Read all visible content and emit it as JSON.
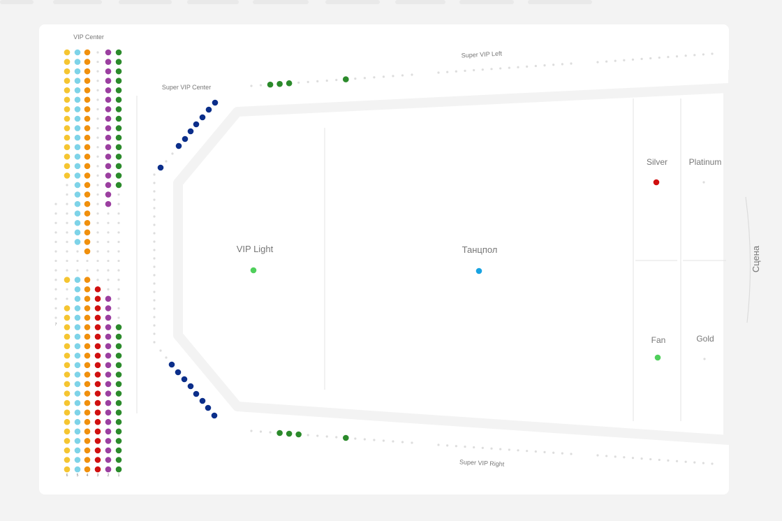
{
  "sections": {
    "vip_center": "VIP Center",
    "super_vip_center": "Super VIP Center",
    "super_vip_left": "Super VIP Left",
    "super_vip_right": "Super VIP Right",
    "vip_light": "VIP Light",
    "dance_floor": "Танцпол",
    "silver": "Silver",
    "platinum": "Platinum",
    "fan": "Fan",
    "gold": "Gold",
    "stage": "Сцена"
  },
  "row_numbers": [
    "6",
    "5",
    "4",
    "3",
    "2",
    "1"
  ],
  "side_row_number": "7",
  "colors": {
    "yellow": "#f5c531",
    "light_blue": "#7ed3e8",
    "orange": "#f0900d",
    "red": "#d01010",
    "purple": "#9b3fa0",
    "green": "#2b8a2b",
    "dark_blue": "#0b2e8a",
    "light_green": "#4fcf5b",
    "sky_blue": "#18a3e2",
    "unavailable": "#dddddd"
  }
}
